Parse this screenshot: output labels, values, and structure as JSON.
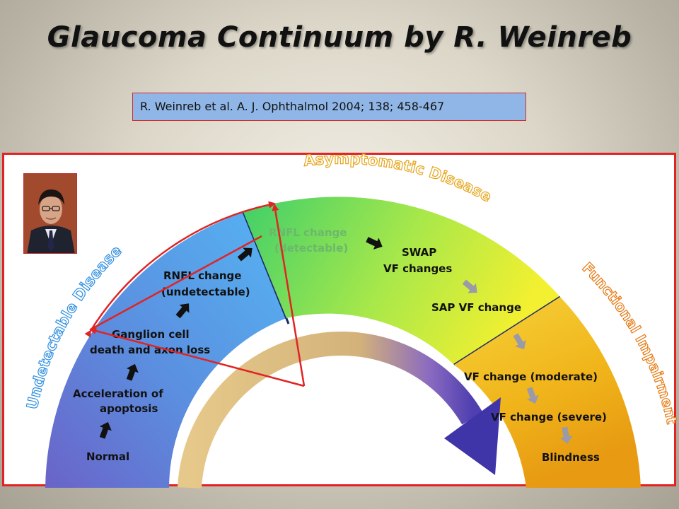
{
  "slide": {
    "title": "Glaucoma Continuum by R. Weinreb",
    "reference": "R. Weinreb et al.  A. J. Ophthalmol 2004; 138; 458-467"
  },
  "diagram": {
    "zones": {
      "undetectable": "Undetectable Disease",
      "asymptomatic": "Asymptomatic Disease",
      "functional": "Functional Impairment"
    },
    "steps": {
      "normal": "Normal",
      "apoptosis_1": "Acceleration of",
      "apoptosis_2": "apoptosis",
      "ganglion_1": "Ganglion cell",
      "ganglion_2": "death and axon loss",
      "rnfl_undet_1": "RNFL change",
      "rnfl_undet_2": "(undetectable)",
      "rnfl_det_1": "RNFL change",
      "rnfl_det_2": "(detectable)",
      "swap_1": "SWAP",
      "swap_2": "VF changes",
      "sap": "SAP VF change",
      "vf_moderate": "VF change (moderate)",
      "vf_severe": "VF change (severe)",
      "blindness": "Blindness"
    },
    "colors": {
      "undetectable": "#5b8fe0",
      "asymptomatic": "#7fdc5a",
      "functional": "#f2b51c",
      "annotation": "#e02424"
    }
  }
}
